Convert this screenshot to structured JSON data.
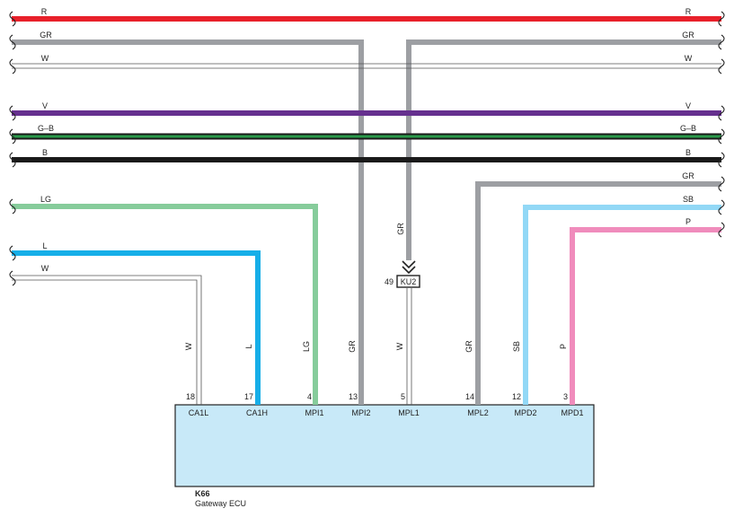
{
  "colors": {
    "R": "#e8202a",
    "GR": "#9d9fa3",
    "W": "#ffffff",
    "V": "#66308f",
    "G-B_green": "#2a9a4a",
    "B": "#1a1a1a",
    "LG": "#86cc9b",
    "L": "#16aee8",
    "SB": "#92d8f6",
    "P": "#f08cbc",
    "ecu_fill": "#c8e9f8",
    "outline": "#222222"
  },
  "wires": {
    "R": "R",
    "GR_top": "GR",
    "W_top": "W",
    "V": "V",
    "GB": "G–B",
    "B": "B",
    "GR_right": "GR",
    "SB_right": "SB",
    "P_right": "P",
    "LG_left": "LG",
    "L_left": "L",
    "W_left": "W",
    "GR_ku2": "GR"
  },
  "vertical_labels": {
    "ca1l": "W",
    "ca1h": "L",
    "mpi1": "LG",
    "mpi2": "GR",
    "mpl1": "W",
    "mpl2": "GR",
    "mpd2": "SB",
    "mpd1": "P"
  },
  "connector": {
    "pin": "49",
    "name": "KU2"
  },
  "ecu": {
    "id": "K66",
    "name": "Gateway ECU",
    "pins": [
      {
        "number": "18",
        "name": "CA1L"
      },
      {
        "number": "17",
        "name": "CA1H"
      },
      {
        "number": "4",
        "name": "MPI1"
      },
      {
        "number": "13",
        "name": "MPI2"
      },
      {
        "number": "5",
        "name": "MPL1"
      },
      {
        "number": "14",
        "name": "MPL2"
      },
      {
        "number": "12",
        "name": "MPD2"
      },
      {
        "number": "3",
        "name": "MPD1"
      }
    ]
  }
}
